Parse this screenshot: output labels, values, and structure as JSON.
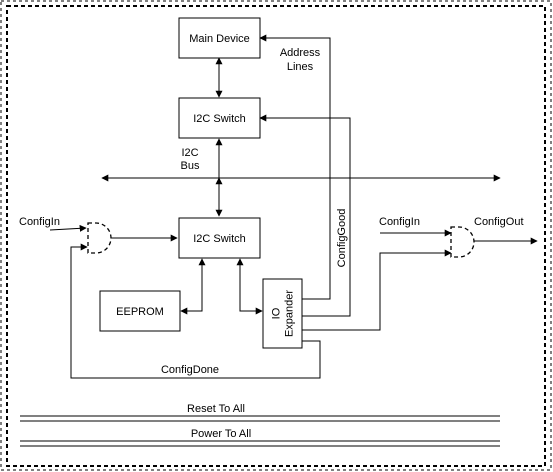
{
  "blocks": {
    "main_device": "Main Device",
    "i2c_switch_top": "I2C Switch",
    "i2c_switch_bottom": "I2C Switch",
    "eeprom": "EEPROM",
    "io_expander_line1": "IO",
    "io_expander_line2": "Expander"
  },
  "labels": {
    "address_line1": "Address",
    "address_line2": "Lines",
    "i2c_bus_line1": "I2C",
    "i2c_bus_line2": "Bus",
    "config_in_left": "ConfigIn",
    "config_in_right": "ConfigIn",
    "config_out": "ConfigOut",
    "config_good": "ConfigGood",
    "config_done": "ConfigDone",
    "reset_to_all": "Reset To All",
    "power_to_all": "Power To All"
  }
}
